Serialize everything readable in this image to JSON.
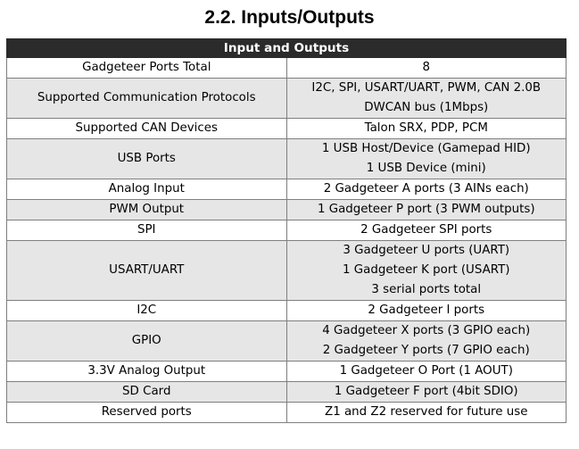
{
  "title": "2.2. Inputs/Outputs",
  "table": {
    "header": "Input and Outputs",
    "rows": [
      {
        "label": "Gadgeteer Ports Total",
        "values": [
          "8"
        ]
      },
      {
        "label": "Supported Communication Protocols",
        "values": [
          "I2C, SPI, USART/UART, PWM, CAN 2.0B",
          "DWCAN bus (1Mbps)"
        ]
      },
      {
        "label": "Supported CAN Devices",
        "values": [
          "Talon SRX, PDP, PCM"
        ]
      },
      {
        "label": "USB Ports",
        "values": [
          "1 USB Host/Device (Gamepad HID)",
          "1 USB Device (mini)"
        ]
      },
      {
        "label": "Analog Input",
        "values": [
          "2 Gadgeteer A ports (3 AINs each)"
        ]
      },
      {
        "label": "PWM Output",
        "values": [
          "1 Gadgeteer P port (3 PWM outputs)"
        ]
      },
      {
        "label": "SPI",
        "values": [
          "2 Gadgeteer SPI ports"
        ]
      },
      {
        "label": "USART/UART",
        "values": [
          "3 Gadgeteer U ports (UART)",
          "1 Gadgeteer K port (USART)",
          "3 serial ports total"
        ]
      },
      {
        "label": "I2C",
        "values": [
          "2 Gadgeteer I ports"
        ]
      },
      {
        "label": "GPIO",
        "values": [
          "4 Gadgeteer X ports (3 GPIO each)",
          "2 Gadgeteer Y ports (7 GPIO each)"
        ]
      },
      {
        "label": "3.3V Analog Output",
        "values": [
          "1 Gadgeteer O Port (1 AOUT)"
        ]
      },
      {
        "label": "SD Card",
        "values": [
          "1 Gadgeteer F port (4bit SDIO)"
        ]
      },
      {
        "label": "Reserved ports",
        "values": [
          "Z1 and Z2 reserved for future use"
        ]
      }
    ]
  },
  "colors": {
    "header_bg": "#2b2b2b",
    "header_text": "#ffffff",
    "row_alt_bg": "#e6e6e6",
    "border": "#7f7f7f"
  }
}
